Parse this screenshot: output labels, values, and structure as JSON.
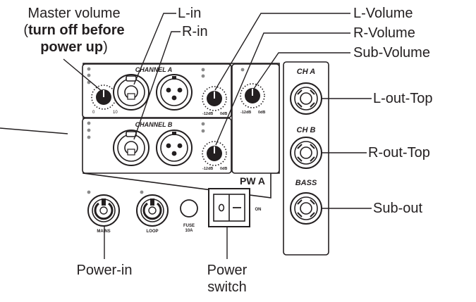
{
  "labels": {
    "master_volume_line1": "Master volume",
    "master_volume_line2_prefix": "(",
    "master_volume_line2_bold": "turn off before",
    "master_volume_line3_bold": "power up",
    "master_volume_line3_suffix": ")",
    "l_in": "L-in",
    "r_in": "R-in",
    "l_volume": "L-Volume",
    "r_volume": "R-Volume",
    "sub_volume": "Sub-Volume",
    "l_out_top": "L-out-Top",
    "r_out_top": "R-out-Top",
    "sub_out": "Sub-out",
    "power_in": "Power-in",
    "power_switch_line1": "Power",
    "power_switch_line2": "switch"
  },
  "panel": {
    "channel_a": "CHANNEL A",
    "channel_b": "CHANNEL B",
    "pw_a": "PW A",
    "ch_a": "CH A",
    "ch_b": "CH B",
    "bass": "BASS",
    "mains": "MAINS",
    "loop": "LOOP",
    "fuse_line1": "FUSE",
    "fuse_line2": "10A",
    "on": "ON",
    "switch_off_symbol": "O",
    "switch_on_symbol": "—",
    "knob_min": "-12dB",
    "knob_max": "0dB",
    "master_min": "0",
    "master_max": "10"
  },
  "colors": {
    "ink": "#231f20",
    "panel_fill": "#ffffff",
    "led": "#8a8a8a"
  }
}
